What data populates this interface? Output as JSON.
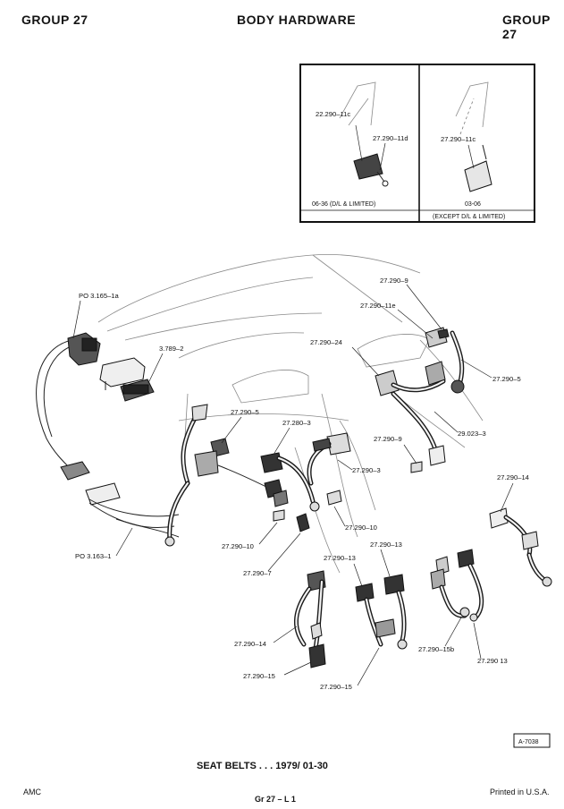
{
  "header": {
    "left": "GROUP 27",
    "center": "BODY HARDWARE",
    "right": "GROUP 27"
  },
  "inset": {
    "left_caption": "06-36 (D/L & LIMITED)",
    "right_caption_line1": "03-06",
    "right_caption_line2": "(EXCEPT D/L & LIMITED)",
    "left_labels": [
      "22.290–11c",
      "27.290–11d"
    ],
    "right_labels": [
      "27.290–11c"
    ]
  },
  "callouts": {
    "po_3_165_1a": "PO 3.165–1a",
    "p_3_789_2": "3.789–2",
    "po_3_163_1": "PO 3.163–1",
    "p_290_9_top": "27.290–9",
    "p_290_11e": "27.290–11e",
    "p_290_24": "27.290–24",
    "p_290_5_right": "27.290–5",
    "p_290_5_left": "27.290–5",
    "p_290_3_top": "27.280–3",
    "p_29_023_3": "29.023–3",
    "p_290_9_mid": "27.290–9",
    "p_290_3_mid": "27.290–3",
    "p_290_14_right": "27.290–14",
    "p_290_10_a": "27.290–10",
    "p_290_10_b": "27.290–10",
    "p_290_7": "27.290–7",
    "p_290_13_a": "27.290–13",
    "p_290_13_b": "27.290–13",
    "p_290_14_left": "27.290–14",
    "p_290_15_a": "27.290–15",
    "p_290_15_b": "27.290–15",
    "p_290_15b": "27.290–15b",
    "p_290_13_c": "27.290 13"
  },
  "ref_box": "A-7038",
  "footer": {
    "title": "SEAT BELTS . . . 1979/  01-30",
    "left": "AMC",
    "center": "Gr 27  –  L 1",
    "right": "Printed  in U.S.A."
  }
}
